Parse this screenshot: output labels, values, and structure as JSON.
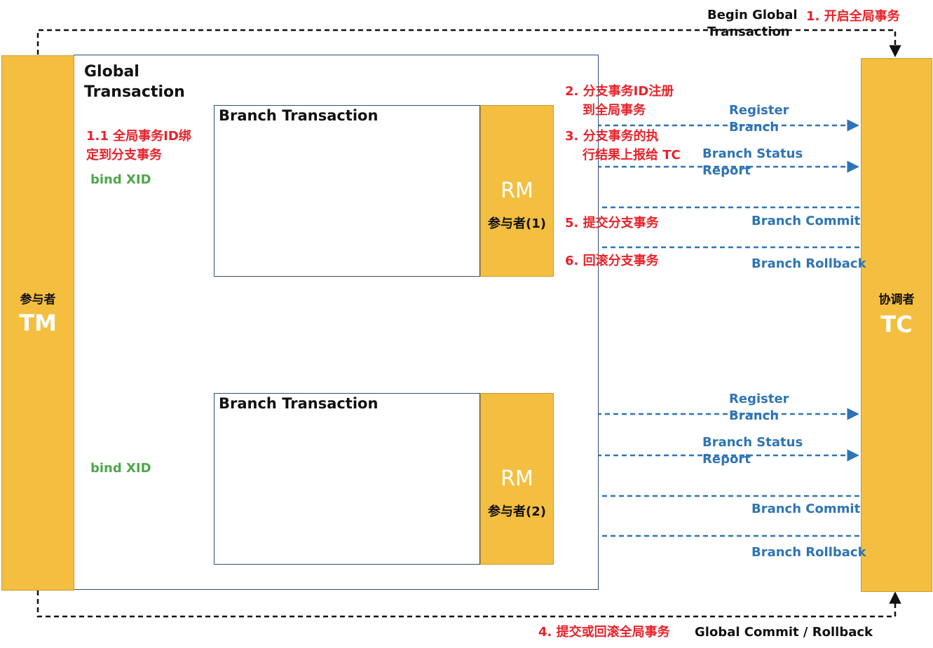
{
  "global_transaction": {
    "title_line1": "Global",
    "title_line2": "Transaction"
  },
  "tm": {
    "role": "参与者",
    "code": "TM"
  },
  "tc": {
    "role": "协调者",
    "code": "TC"
  },
  "branches": [
    {
      "title": "Branch Transaction",
      "rm_code": "RM",
      "rm_role": "参与者(1)",
      "bind_label": "bind XID"
    },
    {
      "title": "Branch Transaction",
      "rm_code": "RM",
      "rm_role": "参与者(2)",
      "bind_label": "bind XID"
    }
  ],
  "steps": {
    "begin_cn": "1. 开启全局事务",
    "begin_en_line1": "Begin Global",
    "begin_en_line2": "Transaction",
    "bind_cn_line1": "1.1 全局事务ID绑",
    "bind_cn_line2": "定到分支事务",
    "register_cn_line1": "2. 分支事务ID注册",
    "register_cn_line2": "到全局事务",
    "report_cn_line1": "3. 分支事务的执",
    "report_cn_line2": "行结果上报给 TC",
    "commit_cn": "5. 提交分支事务",
    "rollback_cn": "6. 回滚分支事务",
    "global_end_cn": "4. 提交或回滚全局事务",
    "global_end_en": "Global Commit / Rollback"
  },
  "messages": {
    "register_line1": "Register",
    "register_line2": "Branch",
    "status_line1": "Branch Status",
    "status_line2": "Report",
    "commit": "Branch Commit",
    "rollback": "Branch Rollback"
  },
  "colors": {
    "accent": "#f4bf41",
    "red": "#e8222a",
    "blue": "#2e74b5",
    "green": "#4ea74a",
    "border": "#2f4f7f"
  }
}
